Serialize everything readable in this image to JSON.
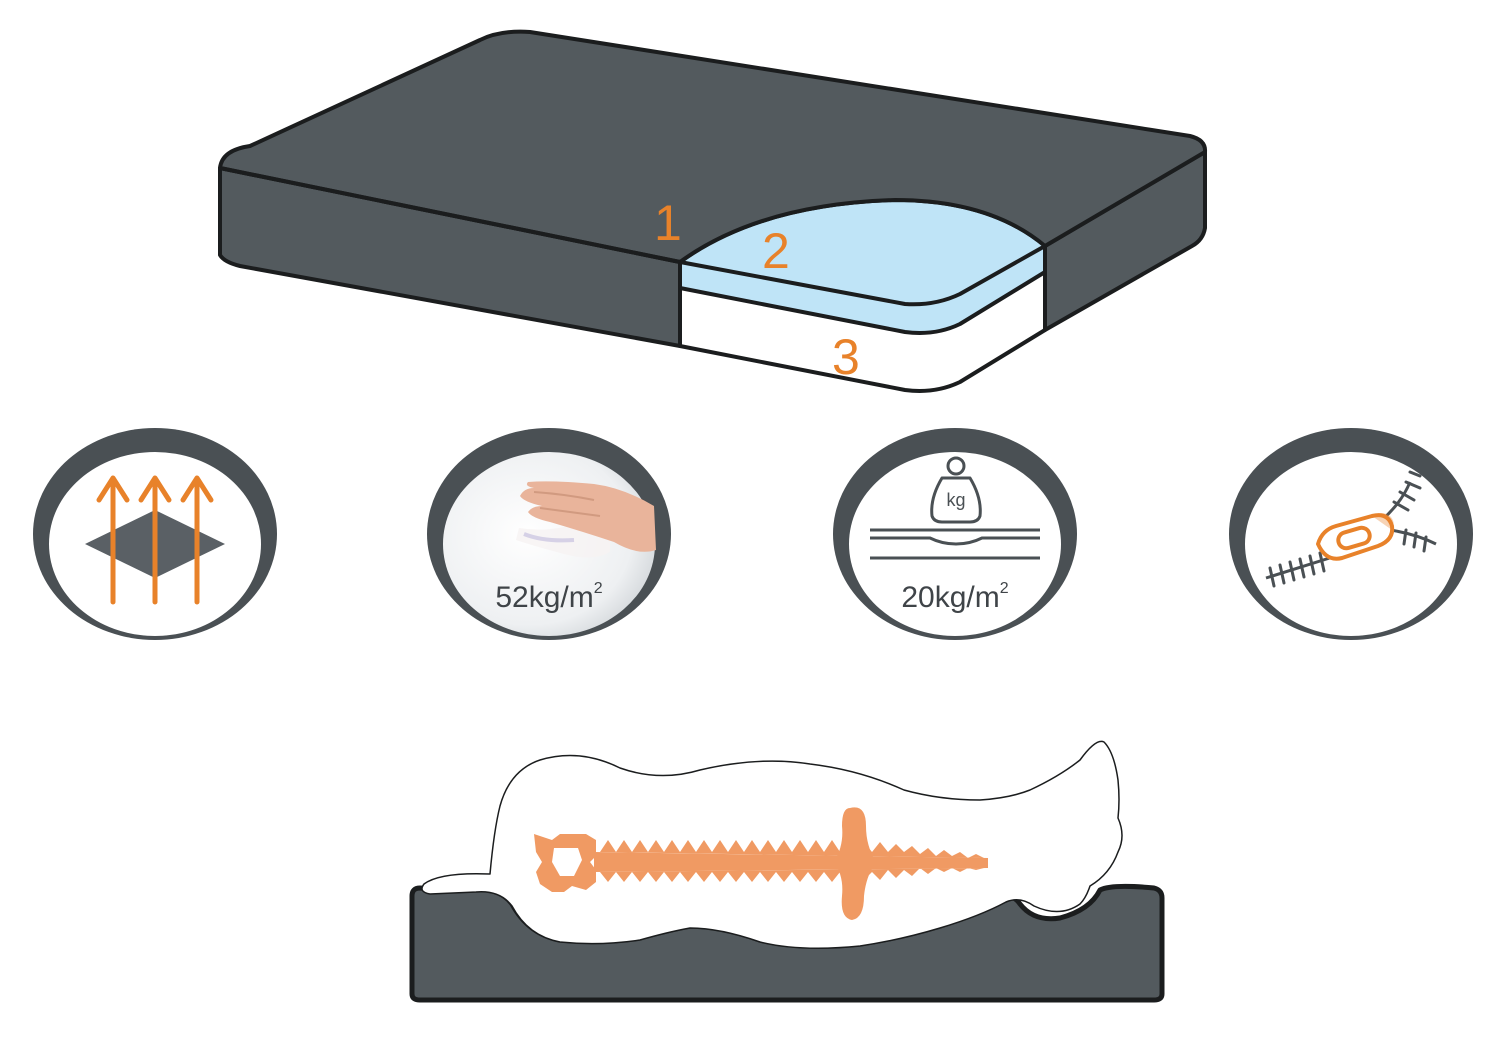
{
  "colors": {
    "cover": "#535a5e",
    "cover_outline": "#1b1d1e",
    "gel_layer": "#bfe4f7",
    "base_foam": "#ffffff",
    "accent": "#e8822a",
    "badge_ring": "#4a5054"
  },
  "mattress": {
    "layers": [
      {
        "label": "1"
      },
      {
        "label": "2"
      },
      {
        "label": "3"
      }
    ]
  },
  "features": [
    {
      "icon": "breathable-airflow-icon",
      "label": ""
    },
    {
      "icon": "memory-foam-hand-icon",
      "value": "52kg/m",
      "superscript": "2"
    },
    {
      "icon": "weight-support-icon",
      "weight_label": "kg",
      "value": "20kg/m",
      "superscript": "2"
    },
    {
      "icon": "removable-zip-cover-icon",
      "label": ""
    }
  ],
  "illustration": {
    "icon": "spine-support-dog-icon"
  }
}
